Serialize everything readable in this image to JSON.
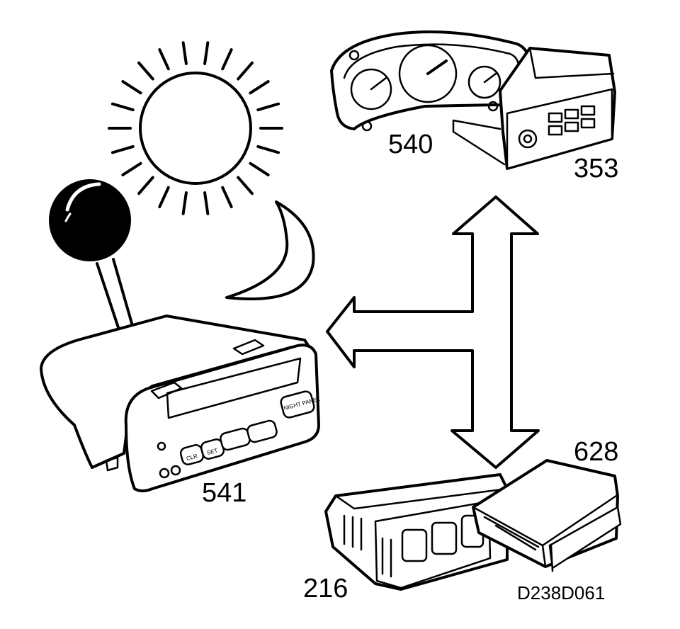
{
  "labels": {
    "instrument_cluster": "540",
    "radio": "353",
    "sid_display": "541",
    "acc_unit": "216",
    "module": "628",
    "figure_code": "D238D061"
  },
  "sid_buttons": {
    "clr": "CLR",
    "set": "SET",
    "night_panel": "NIGHT PANEL"
  },
  "colors": {
    "line": "#000000",
    "background": "#ffffff"
  }
}
